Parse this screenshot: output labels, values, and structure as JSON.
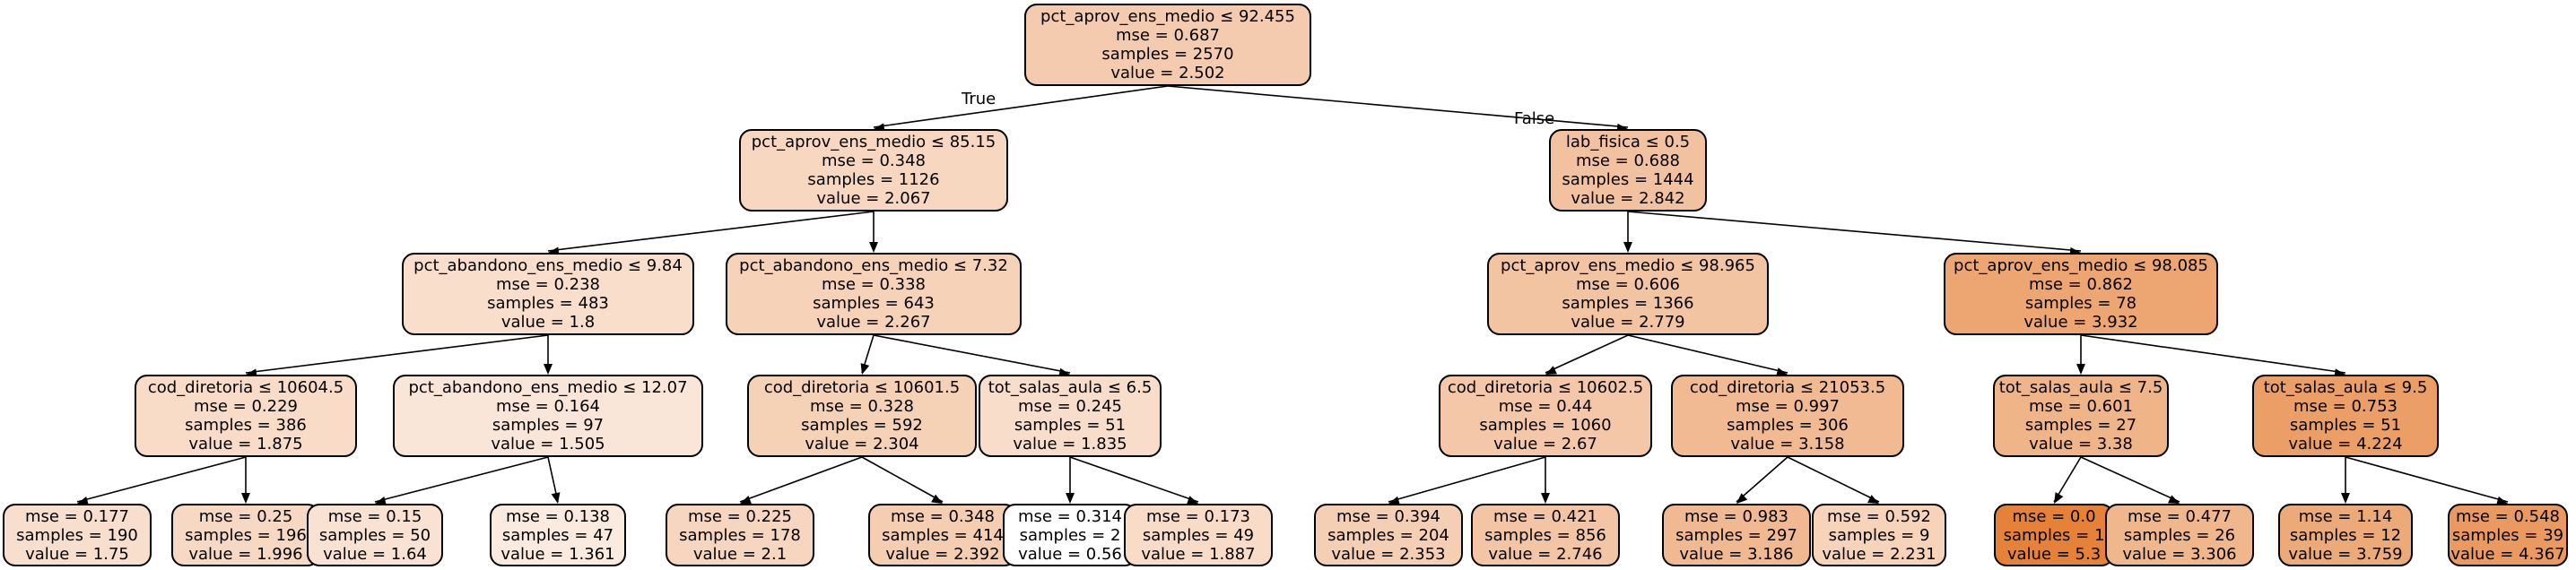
{
  "tree": {
    "edge_labels": {
      "true_label": "True",
      "false_label": "False"
    },
    "nodes": [
      {
        "id": 0,
        "lines": [
          "pct_aprov_ens_medio ≤ 92.455",
          "mse = 0.687",
          "samples = 2570",
          "value = 2.502"
        ],
        "value": 2.502,
        "leaf": false
      },
      {
        "id": 1,
        "lines": [
          "pct_aprov_ens_medio ≤ 85.15",
          "mse = 0.348",
          "samples = 1126",
          "value = 2.067"
        ],
        "value": 2.067,
        "leaf": false
      },
      {
        "id": 2,
        "lines": [
          "lab_fisica ≤ 0.5",
          "mse = 0.688",
          "samples = 1444",
          "value = 2.842"
        ],
        "value": 2.842,
        "leaf": false
      },
      {
        "id": 3,
        "lines": [
          "pct_abandono_ens_medio ≤ 9.84",
          "mse = 0.238",
          "samples = 483",
          "value = 1.8"
        ],
        "value": 1.8,
        "leaf": false
      },
      {
        "id": 4,
        "lines": [
          "pct_abandono_ens_medio ≤ 7.32",
          "mse = 0.338",
          "samples = 643",
          "value = 2.267"
        ],
        "value": 2.267,
        "leaf": false
      },
      {
        "id": 5,
        "lines": [
          "pct_aprov_ens_medio ≤ 98.965",
          "mse = 0.606",
          "samples = 1366",
          "value = 2.779"
        ],
        "value": 2.779,
        "leaf": false
      },
      {
        "id": 6,
        "lines": [
          "pct_aprov_ens_medio ≤ 98.085",
          "mse = 0.862",
          "samples = 78",
          "value = 3.932"
        ],
        "value": 3.932,
        "leaf": false
      },
      {
        "id": 7,
        "lines": [
          "cod_diretoria ≤ 10604.5",
          "mse = 0.229",
          "samples = 386",
          "value = 1.875"
        ],
        "value": 1.875,
        "leaf": false
      },
      {
        "id": 8,
        "lines": [
          "pct_abandono_ens_medio ≤ 12.07",
          "mse = 0.164",
          "samples = 97",
          "value = 1.505"
        ],
        "value": 1.505,
        "leaf": false
      },
      {
        "id": 9,
        "lines": [
          "cod_diretoria ≤ 10601.5",
          "mse = 0.328",
          "samples = 592",
          "value = 2.304"
        ],
        "value": 2.304,
        "leaf": false
      },
      {
        "id": 10,
        "lines": [
          "tot_salas_aula ≤ 6.5",
          "mse = 0.245",
          "samples = 51",
          "value = 1.835"
        ],
        "value": 1.835,
        "leaf": false
      },
      {
        "id": 11,
        "lines": [
          "cod_diretoria ≤ 10602.5",
          "mse = 0.44",
          "samples = 1060",
          "value = 2.67"
        ],
        "value": 2.67,
        "leaf": false
      },
      {
        "id": 12,
        "lines": [
          "cod_diretoria ≤ 21053.5",
          "mse = 0.997",
          "samples = 306",
          "value = 3.158"
        ],
        "value": 3.158,
        "leaf": false
      },
      {
        "id": 13,
        "lines": [
          "tot_salas_aula ≤ 7.5",
          "mse = 0.601",
          "samples = 27",
          "value = 3.38"
        ],
        "value": 3.38,
        "leaf": false
      },
      {
        "id": 14,
        "lines": [
          "tot_salas_aula ≤ 9.5",
          "mse = 0.753",
          "samples = 51",
          "value = 4.224"
        ],
        "value": 4.224,
        "leaf": false
      },
      {
        "id": 15,
        "lines": [
          "mse = 0.177",
          "samples = 190",
          "value = 1.75"
        ],
        "value": 1.75,
        "leaf": true
      },
      {
        "id": 16,
        "lines": [
          "mse = 0.25",
          "samples = 196",
          "value = 1.996"
        ],
        "value": 1.996,
        "leaf": true
      },
      {
        "id": 17,
        "lines": [
          "mse = 0.15",
          "samples = 50",
          "value = 1.64"
        ],
        "value": 1.64,
        "leaf": true
      },
      {
        "id": 18,
        "lines": [
          "mse = 0.138",
          "samples = 47",
          "value = 1.361"
        ],
        "value": 1.361,
        "leaf": true
      },
      {
        "id": 19,
        "lines": [
          "mse = 0.225",
          "samples = 178",
          "value = 2.1"
        ],
        "value": 2.1,
        "leaf": true
      },
      {
        "id": 20,
        "lines": [
          "mse = 0.348",
          "samples = 414",
          "value = 2.392"
        ],
        "value": 2.392,
        "leaf": true
      },
      {
        "id": 21,
        "lines": [
          "mse = 0.314",
          "samples = 2",
          "value = 0.56"
        ],
        "value": 0.56,
        "leaf": true
      },
      {
        "id": 22,
        "lines": [
          "mse = 0.173",
          "samples = 49",
          "value = 1.887"
        ],
        "value": 1.887,
        "leaf": true
      },
      {
        "id": 23,
        "lines": [
          "mse = 0.394",
          "samples = 204",
          "value = 2.353"
        ],
        "value": 2.353,
        "leaf": true
      },
      {
        "id": 24,
        "lines": [
          "mse = 0.421",
          "samples = 856",
          "value = 2.746"
        ],
        "value": 2.746,
        "leaf": true
      },
      {
        "id": 25,
        "lines": [
          "mse = 0.983",
          "samples = 297",
          "value = 3.186"
        ],
        "value": 3.186,
        "leaf": true
      },
      {
        "id": 26,
        "lines": [
          "mse = 0.592",
          "samples = 9",
          "value = 2.231"
        ],
        "value": 2.231,
        "leaf": true
      },
      {
        "id": 27,
        "lines": [
          "mse = 0.0",
          "samples = 1",
          "value = 5.3"
        ],
        "value": 5.3,
        "leaf": true
      },
      {
        "id": 28,
        "lines": [
          "mse = 0.477",
          "samples = 26",
          "value = 3.306"
        ],
        "value": 3.306,
        "leaf": true
      },
      {
        "id": 29,
        "lines": [
          "mse = 1.14",
          "samples = 12",
          "value = 3.759"
        ],
        "value": 3.759,
        "leaf": true
      },
      {
        "id": 30,
        "lines": [
          "mse = 0.548",
          "samples = 39",
          "value = 4.367"
        ],
        "value": 4.367,
        "leaf": true
      }
    ],
    "edges": [
      [
        0,
        1
      ],
      [
        0,
        2
      ],
      [
        1,
        3
      ],
      [
        1,
        4
      ],
      [
        2,
        5
      ],
      [
        2,
        6
      ],
      [
        3,
        7
      ],
      [
        3,
        8
      ],
      [
        4,
        9
      ],
      [
        4,
        10
      ],
      [
        5,
        11
      ],
      [
        5,
        12
      ],
      [
        6,
        13
      ],
      [
        6,
        14
      ],
      [
        7,
        15
      ],
      [
        7,
        16
      ],
      [
        8,
        17
      ],
      [
        8,
        18
      ],
      [
        9,
        19
      ],
      [
        9,
        20
      ],
      [
        10,
        21
      ],
      [
        10,
        22
      ],
      [
        11,
        23
      ],
      [
        11,
        24
      ],
      [
        12,
        25
      ],
      [
        12,
        26
      ],
      [
        13,
        27
      ],
      [
        13,
        28
      ],
      [
        14,
        29
      ],
      [
        14,
        30
      ]
    ],
    "colors": {
      "high": "#e58139",
      "low": "#ffffff",
      "border": "#000000",
      "edge": "#000000"
    }
  }
}
